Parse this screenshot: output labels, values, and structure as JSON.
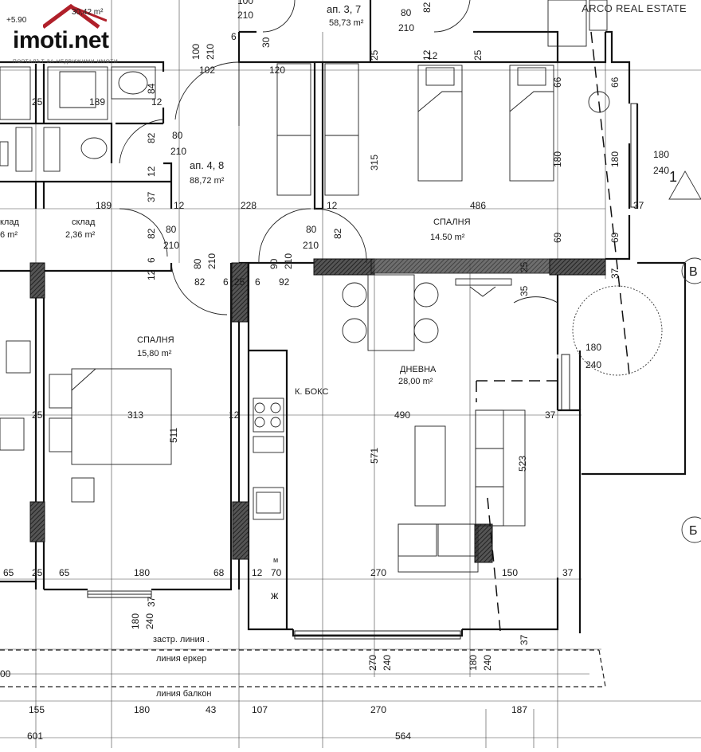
{
  "watermark": "ARCO REAL ESTATE",
  "logo": {
    "name": "imoti.net",
    "tagline": "ПОРТАЛЪТ ЗА НЕДВИЖИМИ ИМОТИ",
    "corner_text": "+5.90",
    "corner_area": "30,42 m²"
  },
  "apartments": [
    {
      "label": "ап. 3, 7",
      "area": "58,73 m²"
    },
    {
      "label": "ап. 4, 8",
      "area": "88,72 m²"
    }
  ],
  "rooms": {
    "bedroom_top": {
      "name": "СПАЛНЯ",
      "area": "14.50 m²"
    },
    "bedroom_left": {
      "name": "СПАЛНЯ",
      "area": "15,80 m²"
    },
    "living": {
      "name": "ДНЕВНА",
      "area": "28,00 m²"
    },
    "kitchen": {
      "name": "К. БОКС"
    },
    "storage_1": {
      "name": "склад",
      "area": "2,36 m²"
    },
    "storage_2": {
      "name": "клад",
      "area": "6 m²"
    }
  },
  "lines": {
    "facade": "застр. линия .",
    "bay": "линия еркер",
    "balcony": "линия балкон"
  },
  "axes": [
    "В",
    "Б",
    "1"
  ],
  "kitchen_marks": [
    "м",
    "ж"
  ],
  "dims": {
    "d100a": "100",
    "d210a": "210",
    "d80a": "80",
    "d210b": "210",
    "d12a": "12",
    "d82a": "82",
    "d100b": "100",
    "d210c": "210",
    "d6a": "6",
    "d30a": "30",
    "d102": "102",
    "d120": "120",
    "d25a": "25",
    "d12b": "12",
    "d25b": "25",
    "d66a": "66",
    "d66b": "66",
    "d189a": "189",
    "d25c": "25",
    "d84": "84",
    "d12c": "12",
    "d80b": "80",
    "d210d": "210",
    "d82b": "82",
    "d315": "315",
    "d180a": "180",
    "d180b": "180",
    "d180c": "180",
    "d240a": "240",
    "d12d": "12",
    "d37a": "37",
    "d189b": "189",
    "d12e": "12",
    "d228": "228",
    "d12f": "12",
    "d486": "486",
    "d37b": "37",
    "d82c": "82",
    "d80c": "80",
    "d210e": "210",
    "d80d": "80",
    "d210f": "210",
    "d82d": "82",
    "d69a": "69",
    "d69b": "69",
    "d6b": "6",
    "d80e": "80",
    "d210g": "210",
    "d90": "90",
    "d210h": "210",
    "d25d": "25",
    "d37c": "37",
    "d12g": "12",
    "d82e": "82",
    "d6c": "6",
    "d25e": "25",
    "d6d": "6",
    "d92": "92",
    "d35": "35",
    "d180d": "180",
    "d240b": "240",
    "d25f": "25",
    "d313": "313",
    "d12h": "12",
    "d490": "490",
    "d37d": "37",
    "d511": "511",
    "d571": "571",
    "d523": "523",
    "d65a": "65",
    "d25g": "25",
    "d65b": "65",
    "d180e": "180",
    "d68": "68",
    "d12i": "12",
    "d70": "70",
    "d270a": "270",
    "d150": "150",
    "d37e": "37",
    "d37f": "37",
    "d180f": "180",
    "d240c": "240",
    "d37g": "37",
    "d270b": "270",
    "d240d": "240",
    "d180g": "180",
    "d240e": "240",
    "d00": "00",
    "d155": "155",
    "d180h": "180",
    "d43": "43",
    "d107": "107",
    "d270c": "270",
    "d187": "187",
    "d601": "601",
    "d564": "564"
  }
}
